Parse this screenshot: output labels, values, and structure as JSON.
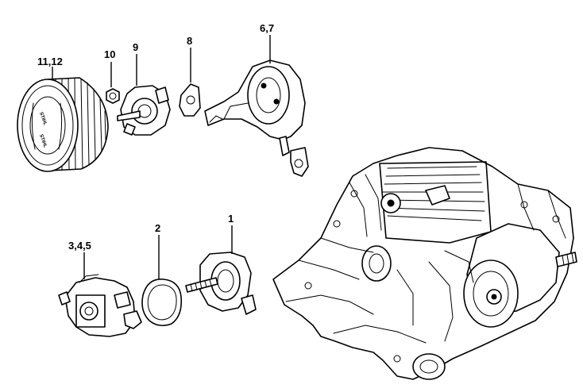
{
  "callouts": {
    "air_filter": "11,12",
    "nut": "10",
    "filter_base": "9",
    "bracket": "8",
    "carb_box": "6,7",
    "carburetor": "3,4,5",
    "gasket": "2",
    "flange": "1"
  },
  "brand_mark": "STIHL"
}
